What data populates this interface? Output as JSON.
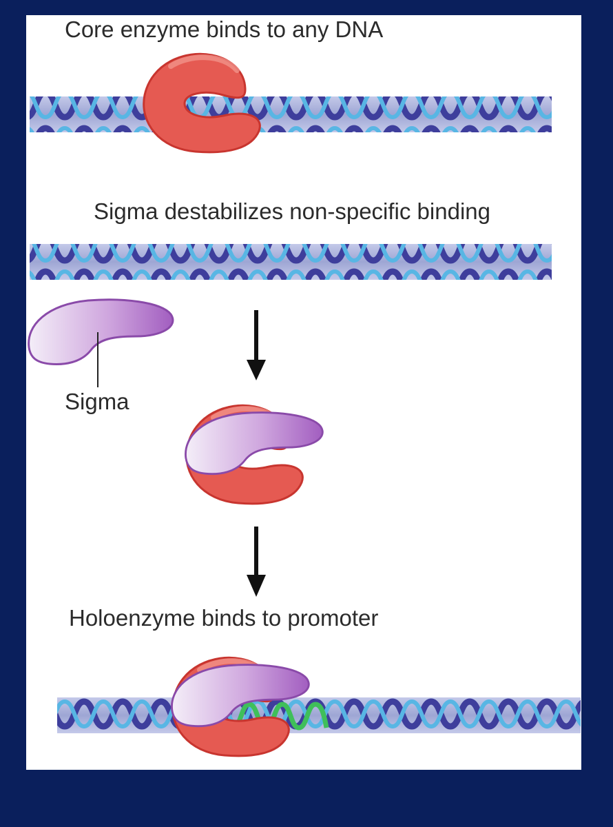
{
  "labels": {
    "step1": "Core enzyme binds to any DNA",
    "step2": "Sigma destabilizes non-specific binding",
    "sigma": "Sigma",
    "step3": "Holoenzyme binds to promoter"
  },
  "colors": {
    "frame": "#0a1f5c",
    "panel": "#ffffff",
    "enzyme": "#e55a52",
    "enzyme_edge": "#c8352f",
    "sigma_light": "#f4eef8",
    "sigma_dark": "#a25ec0",
    "sigma_edge": "#8a4aa9",
    "dna_rail": "#a4acd6",
    "dna_strand_a": "#3e3e9c",
    "dna_strand_b": "#58b6e4",
    "promoter": "#3fbf5a",
    "arrow": "#111111"
  }
}
